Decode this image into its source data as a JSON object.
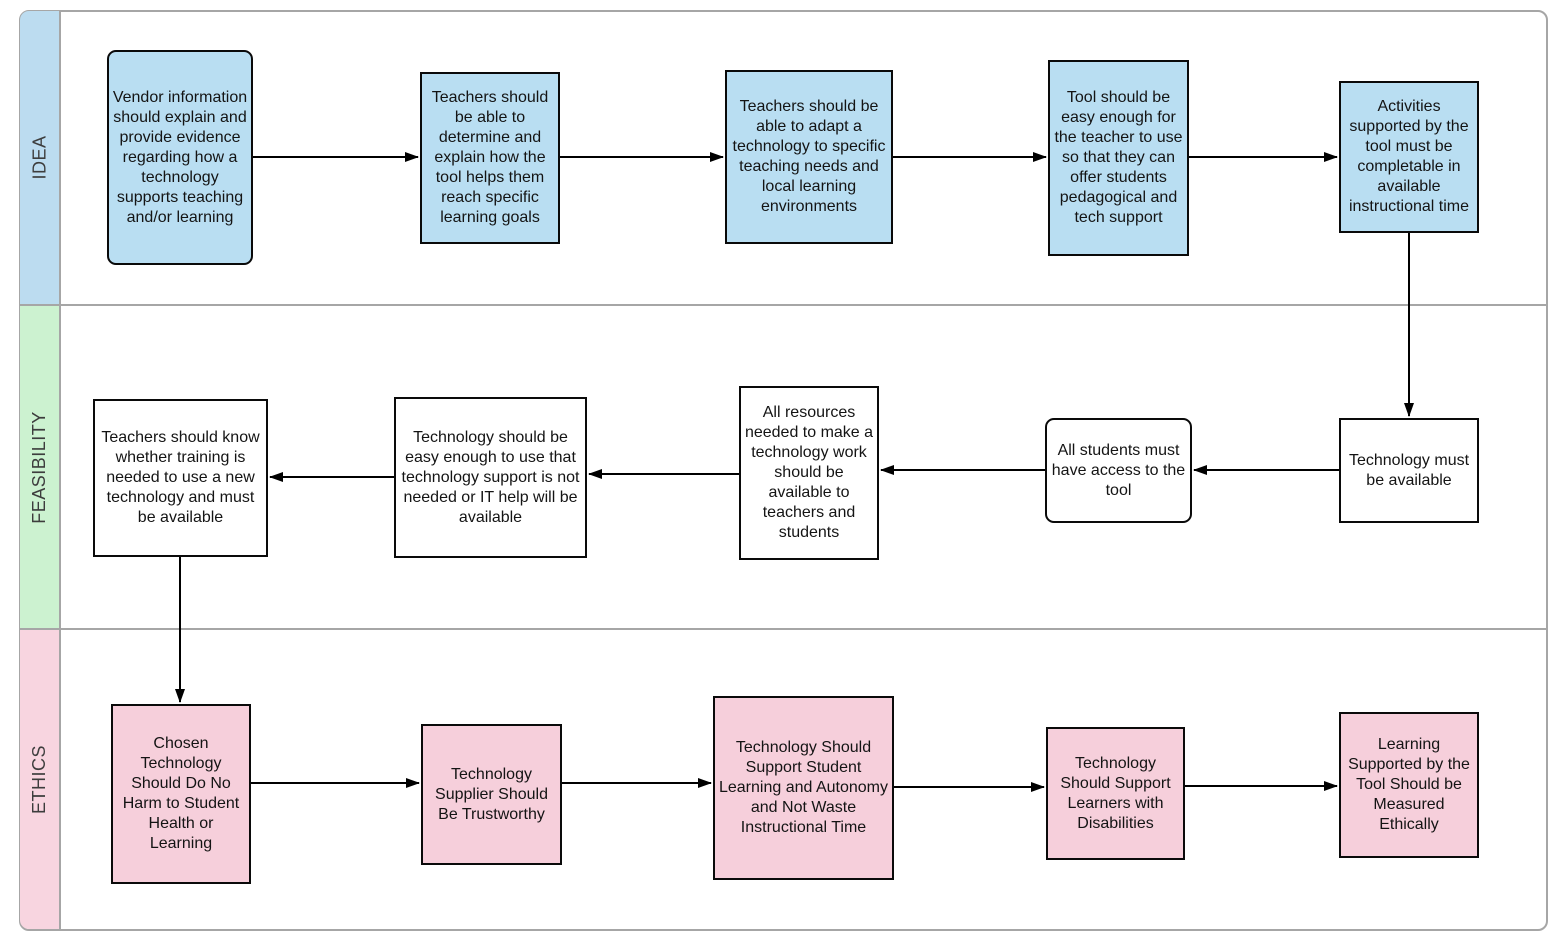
{
  "diagram_title": "Technology selection swimlane flowchart",
  "colors": {
    "lane_idea_strip": "#bcdcf0",
    "lane_feasibility_strip": "#ccf2d0",
    "lane_ethics_strip": "#f8d5e0",
    "node_idea_fill": "#b9def2",
    "node_feasibility_fill": "#ffffff",
    "node_ethics_fill": "#f6cfdb",
    "node_border": "#0a0a0a",
    "frame_border": "#a6a6a6",
    "connector": "#000000"
  },
  "lanes": [
    {
      "label": "IDEA",
      "nodes": [
        {
          "text": "Vendor information should explain and provide evidence regarding how a technology supports teaching and/or learning"
        },
        {
          "text": "Teachers should be able to determine and explain how the tool helps them reach specific learning goals"
        },
        {
          "text": "Teachers should be able to adapt a technology to specific teaching needs and local learning environments"
        },
        {
          "text": "Tool should be easy enough for the teacher to use so that they can offer students pedagogical and tech support"
        },
        {
          "text": "Activities supported by the tool must be completable in available instructional time"
        }
      ]
    },
    {
      "label": "FEASIBILITY",
      "nodes": [
        {
          "text": "Technology must be available"
        },
        {
          "text": "All students must have access to the tool"
        },
        {
          "text": "All resources needed to make a technology work should be available to teachers and students"
        },
        {
          "text": "Technology should be easy enough to use that technology support is not needed or IT help will be available"
        },
        {
          "text": "Teachers should know whether training is needed to use a new technology and must be available"
        }
      ]
    },
    {
      "label": "ETHICS",
      "nodes": [
        {
          "text": "Chosen Technology Should Do No Harm to Student Health or Learning"
        },
        {
          "text": "Technology Supplier Should Be Trustworthy"
        },
        {
          "text": "Technology Should Support Student Learning and Autonomy and Not Waste Instructional Time"
        },
        {
          "text": "Technology Should Support Learners with Disabilities"
        },
        {
          "text": "Learning Supported by the Tool Should be Measured Ethically"
        }
      ]
    }
  ]
}
